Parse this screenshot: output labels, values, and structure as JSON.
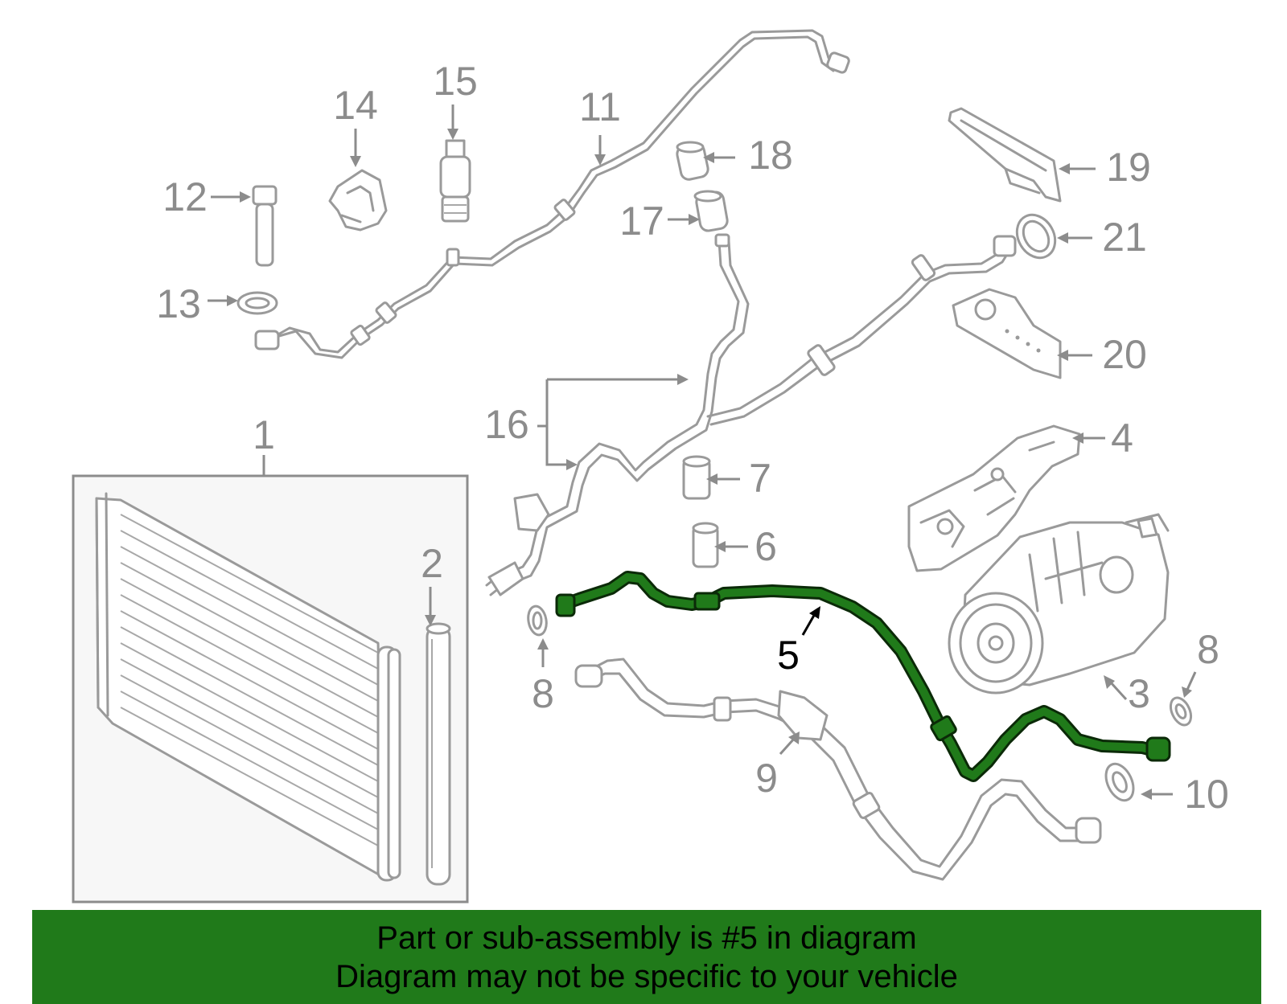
{
  "callouts": {
    "c1": "1",
    "c2": "2",
    "c3": "3",
    "c4": "4",
    "c5": "5",
    "c6": "6",
    "c7": "7",
    "c8a": "8",
    "c8b": "8",
    "c9": "9",
    "c10": "10",
    "c11": "11",
    "c12": "12",
    "c13": "13",
    "c14": "14",
    "c15": "15",
    "c16": "16",
    "c17": "17",
    "c18": "18",
    "c19": "19",
    "c20": "20",
    "c21": "21"
  },
  "highlight": {
    "part_number": "5",
    "color": "#207a1a",
    "outline": "#0b2a08"
  },
  "banner": {
    "line1": "Part or sub-assembly is #5 in diagram",
    "line2": "Diagram may not be specific to your vehicle",
    "background": "#207a1a"
  }
}
